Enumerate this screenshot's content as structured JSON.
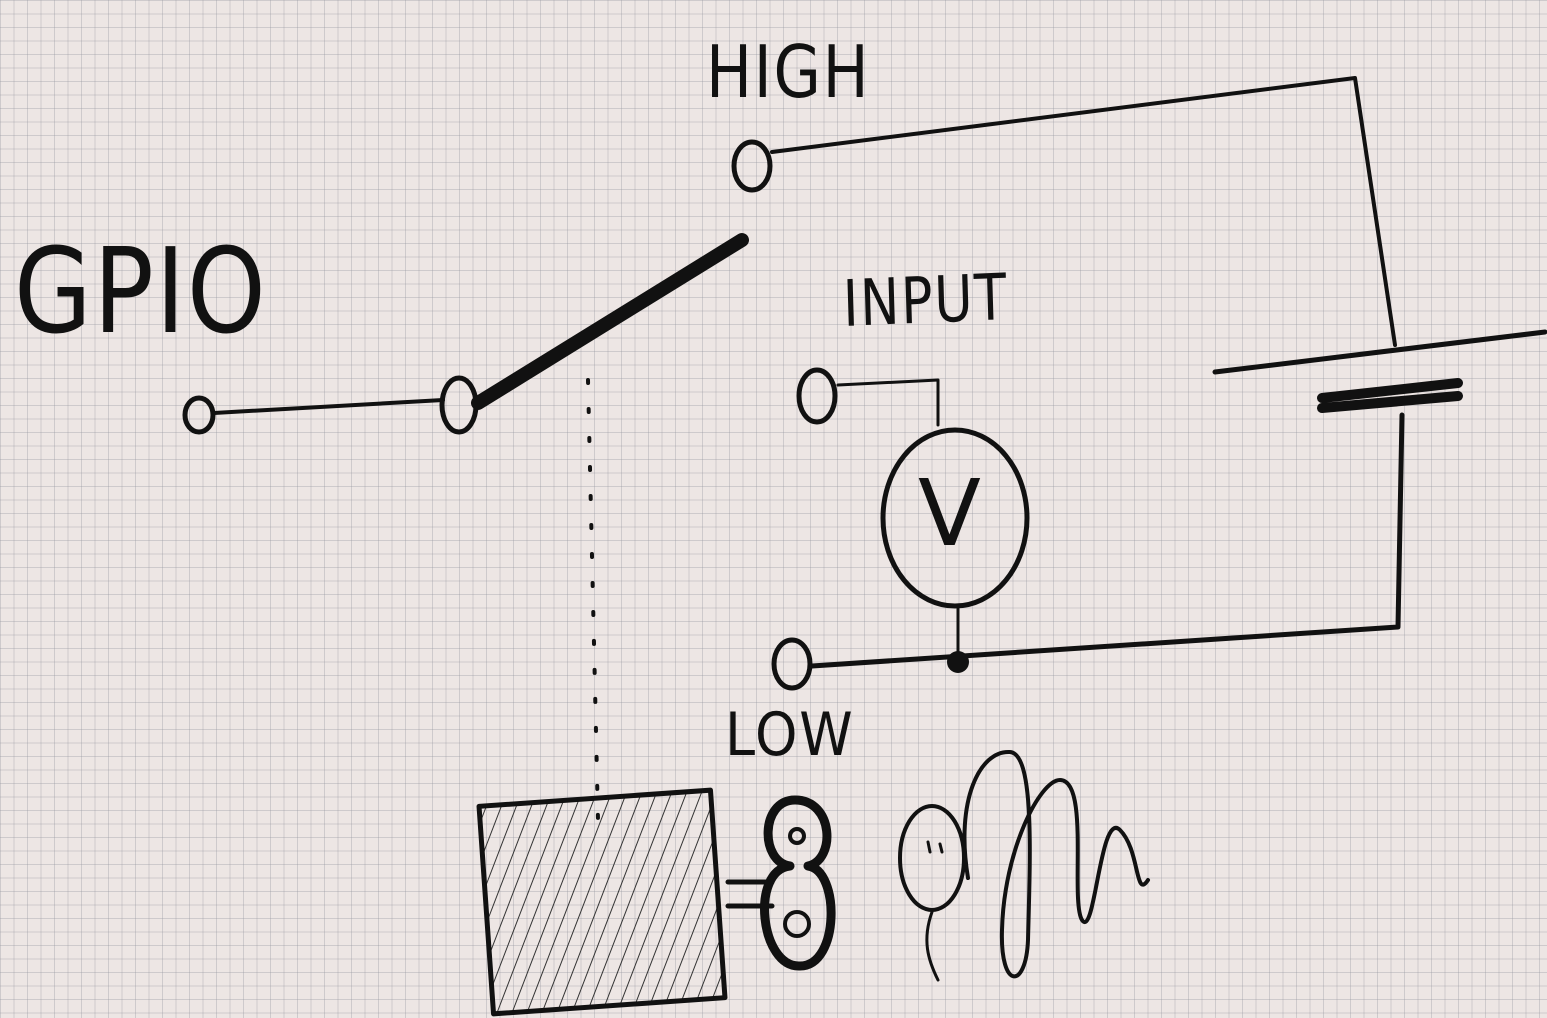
{
  "labels": {
    "gpio": "GPIO",
    "high": "HIGH",
    "input": "INPUT",
    "low": "LOW",
    "voltmeter": "V"
  },
  "colors": {
    "ink": "#111111",
    "paper": "#ede6e4",
    "grid": "#9696a0"
  }
}
